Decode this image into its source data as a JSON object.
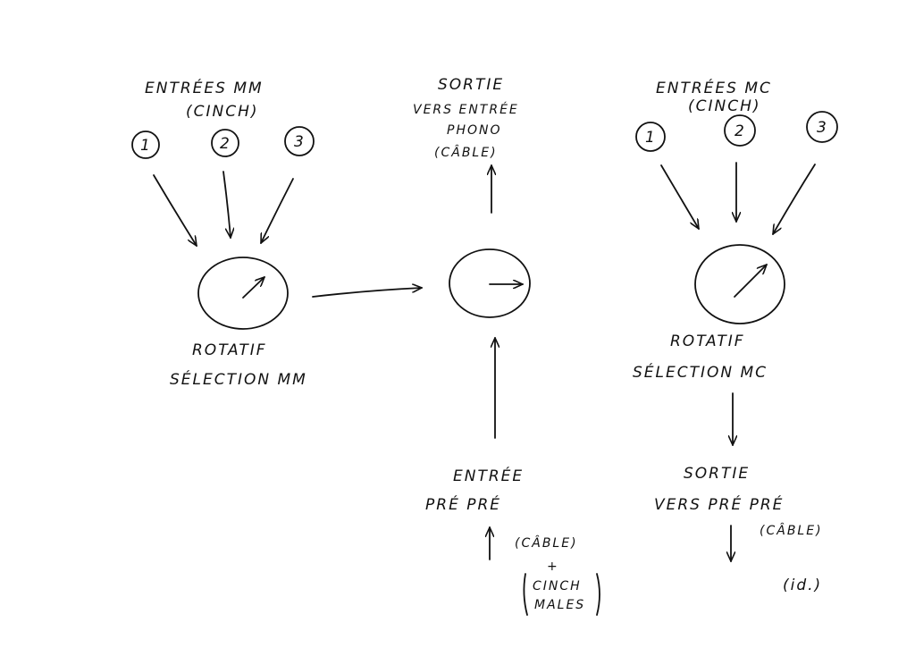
{
  "mm_inputs": {
    "title": "ENTRÉES MM",
    "subtitle": "(CINCH)",
    "numbers": [
      "1",
      "2",
      "3"
    ]
  },
  "mm_selector": {
    "line1": "ROTATIF",
    "line2": "SÉLECTION MM"
  },
  "phono_output": {
    "line1": "SORTIE",
    "line2": "VERS ENTRÉE",
    "line3": "PHONO",
    "line4": "(CÂBLE)"
  },
  "prepre_input": {
    "line1": "ENTRÉE",
    "line2": "PRÉ PRÉ",
    "cable": "(CÂBLE)",
    "plus": "+",
    "cinch1": "CINCH",
    "cinch2": "MALES"
  },
  "mc_inputs": {
    "title": "ENTRÉES MC",
    "subtitle": "(CINCH)",
    "numbers": [
      "1",
      "2",
      "3"
    ]
  },
  "mc_selector": {
    "line1": "ROTATIF",
    "line2": "SÉLECTION MC"
  },
  "prepre_output": {
    "line1": "SORTIE",
    "line2": "VERS PRÉ PRÉ",
    "cable": "(CÂBLE)",
    "note": "(id.)"
  }
}
